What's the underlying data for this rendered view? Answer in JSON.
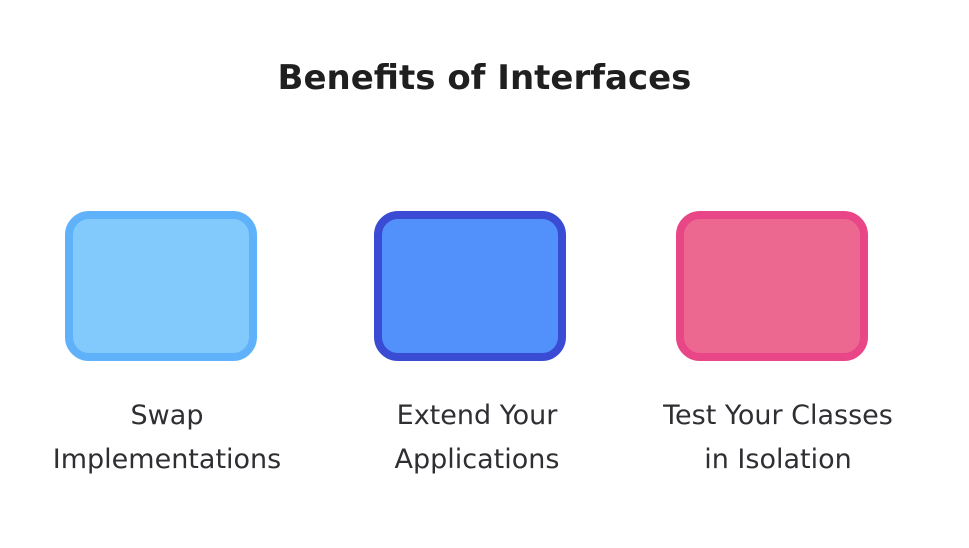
{
  "title": "Benefits of Interfaces",
  "benefits": [
    {
      "line1": "Swap",
      "line2": "Implementations",
      "fill": "#82c9fc",
      "border": "#5fb2f9"
    },
    {
      "line1": "Extend Your",
      "line2": "Applications",
      "fill": "#5291fc",
      "border": "#3a4cd3"
    },
    {
      "line1": "Test Your Classes",
      "line2": "in Isolation",
      "fill": "#ec6890",
      "border": "#e84686"
    }
  ]
}
